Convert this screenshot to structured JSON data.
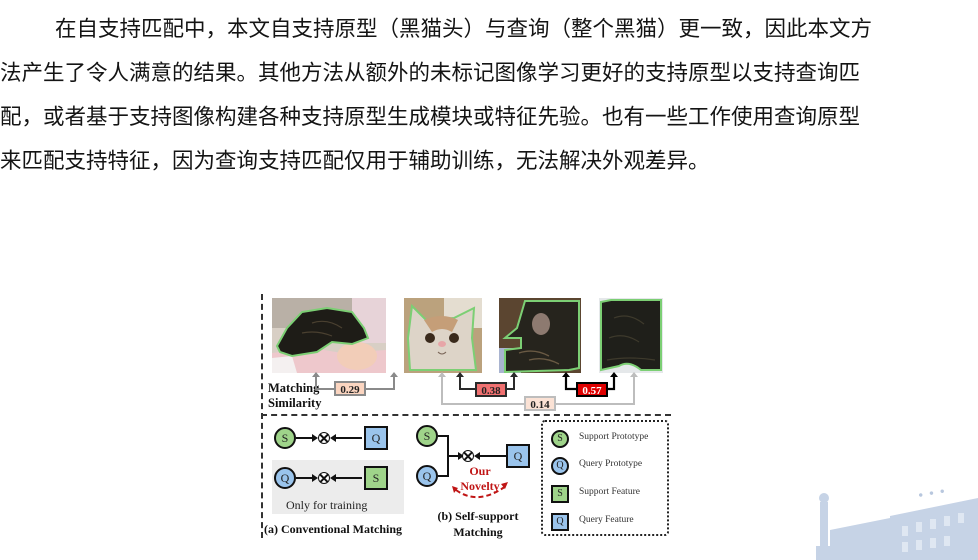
{
  "paragraph": {
    "lines": [
      "在自支持匹配中，本文自支持原型（黑猫头）与查询（整个黑猫）更一致，因此本文方",
      "法产生了令人满意的结果。其他方法从额外的未标记图像学习更好的支持原型以支持查询匹",
      "配，或者基于支持图像构建各种支持原型生成模块或特征先验。也有一些工作使用查询原型",
      "来匹配支持特征，因为查询支持匹配仅用于辅助训练，无法解决外观差异。"
    ]
  },
  "figure": {
    "images": [
      {
        "name": "sleeping-baby-with-black-cat",
        "outline_color": "#7ccf74"
      },
      {
        "name": "exotic-shorthair-cat",
        "outline_color": "#7ccf74"
      },
      {
        "name": "black-cat-head-closeup",
        "outline_color": "#7ccf74"
      },
      {
        "name": "black-cat-fur-crop",
        "outline_color": "#7ccf74"
      }
    ],
    "matching_label_line1": "Matching",
    "matching_label_line2": "Similarity",
    "similarities": [
      {
        "value": "0.29",
        "fill": "#fbd5c0",
        "border": "#8a8a8a"
      },
      {
        "value": "0.38",
        "fill": "#f07070",
        "border": "#2a2a2a"
      },
      {
        "value": "0.57",
        "fill": "#e00000",
        "border": "#000000"
      },
      {
        "value": "0.14",
        "fill": "#fbe2d5",
        "border": "#bdbdbd"
      }
    ],
    "conventional": {
      "row1": {
        "left": "S",
        "right": "Q"
      },
      "row2": {
        "left": "Q",
        "right": "S"
      },
      "training_note": "Only for training",
      "caption": "(a) Conventional Matching"
    },
    "self_support": {
      "top": "S",
      "bottom": "Q",
      "right": "Q",
      "novelty_line1": "Our",
      "novelty_line2": "Novelty",
      "caption_line1": "(b) Self-support",
      "caption_line2": "Matching"
    },
    "legend": [
      {
        "symbol": "S",
        "shape": "circle",
        "color": "#9fd48a",
        "label": "Support Prototype"
      },
      {
        "symbol": "Q",
        "shape": "circle",
        "color": "#9ac4ec",
        "label": "Query Prototype"
      },
      {
        "symbol": "S",
        "shape": "square",
        "color": "#9fd48a",
        "label": "Support Feature"
      },
      {
        "symbol": "Q",
        "shape": "square",
        "color": "#9ac4ec",
        "label": "Query Feature"
      }
    ]
  },
  "colors": {
    "support_green": "#9fd48a",
    "query_blue": "#9ac4ec",
    "novelty_red": "#c01515",
    "mask_outline": "#7ccf74"
  }
}
